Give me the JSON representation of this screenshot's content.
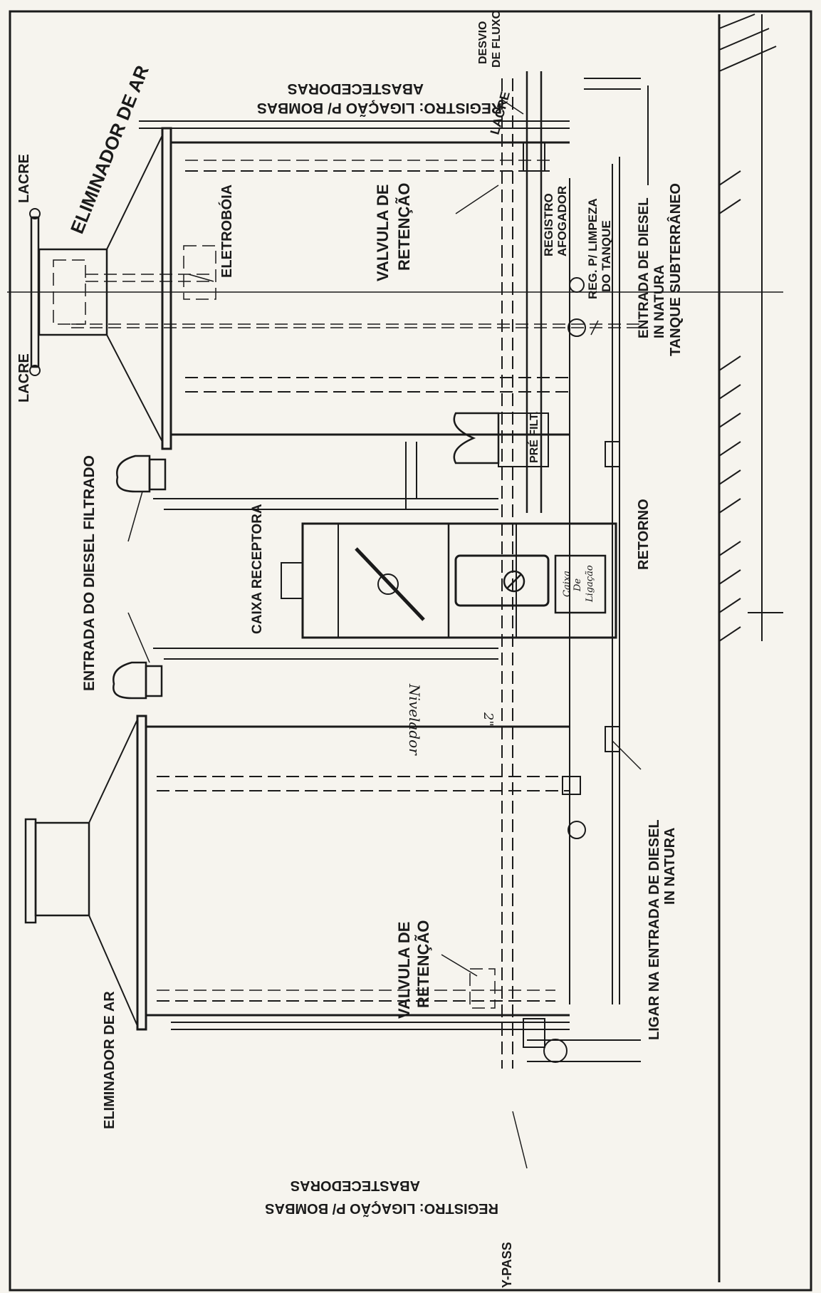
{
  "labels": {
    "lacre_top": "LACRE",
    "lacre_bottom": "LACRE",
    "lacre_right": "LACRE",
    "eliminador_ar_right": "ELIMINADOR DE AR",
    "eliminador_ar_left": "ELIMINADOR DE AR",
    "eletroboia": "ELETROBÓIA",
    "valvula_retencao_right_1": "VALVULA DE",
    "valvula_retencao_right_2": "RETENÇÃO",
    "valvula_retencao_left_1": "VALVULA DE",
    "valvula_retencao_left_2": "RETENÇÃO",
    "registro_bombas_right_1": "REGISTRO: LIGAÇÃO P/ BOMBAS",
    "registro_bombas_right_2": "ABASTECEDORAS",
    "registro_bombas_left_1": "REGISTRO: LIGAÇÃO P/ BOMBAS",
    "registro_bombas_left_2": "ABASTECEDORAS",
    "desvio_fluxo_1": "DESVIO",
    "desvio_fluxo_2": "DE FLUXO",
    "registro_afogador_1": "REGISTRO",
    "registro_afogador_2": "AFOGADOR",
    "reg_limpeza_1": "REG. P/ LIMPEZA",
    "reg_limpeza_2": "DO TANQUE",
    "entrada_diesel_natura_right_1": "ENTRADA DE DIESEL",
    "entrada_diesel_natura_right_2": "IN NATURA",
    "tanque_subterraneo": "TANQUE SUBTERRÂNEO",
    "pre_filt": "PRÉ FILT.",
    "retorno": "RETORNO",
    "entrada_diesel_filtrado": "ENTRADA DO DIESEL FILTRADO",
    "caixa_receptora": "CAIXA RECEPTORA",
    "caixa_ligacao_1": "Caixa",
    "caixa_ligacao_2": "De",
    "caixa_ligacao_3": "Ligação",
    "nivelador": "Nivelador",
    "dimension": "2\"",
    "ligar_entrada_1": "LIGAR NA  ENTRADA DE DIESEL",
    "ligar_entrada_2": "IN NATURA",
    "by_pass": "Y-PASS"
  }
}
